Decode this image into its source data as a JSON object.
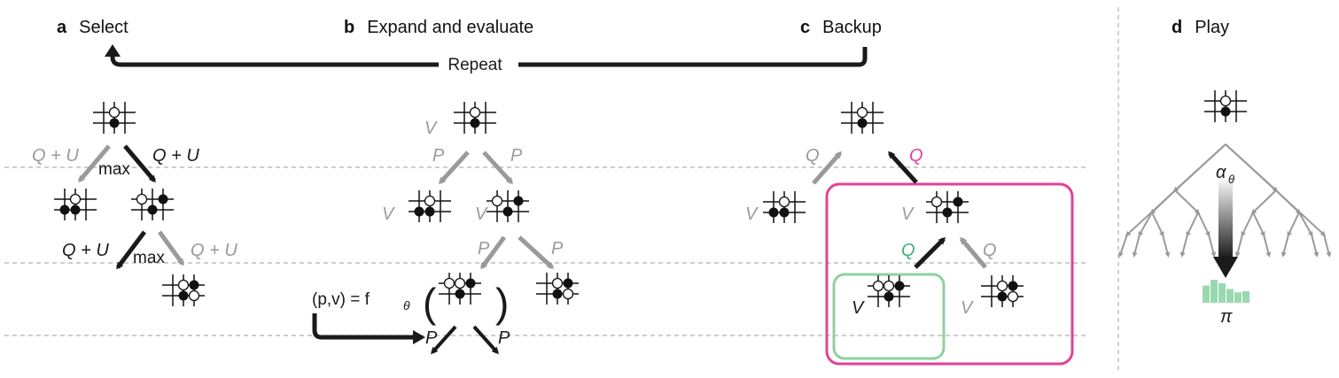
{
  "panels": {
    "a": {
      "letter": "a",
      "title": "Select"
    },
    "b": {
      "letter": "b",
      "title": "Expand and evaluate"
    },
    "c": {
      "letter": "c",
      "title": "Backup"
    },
    "d": {
      "letter": "d",
      "title": "Play"
    }
  },
  "repeat_label": "Repeat",
  "labels": {
    "q_plus_u": "Q + U",
    "max": "max",
    "v": "V",
    "p": "P",
    "q": "Q",
    "network_lhs": "(p,v) = f",
    "theta": "θ",
    "alpha": "α",
    "pi": "π"
  },
  "colors": {
    "black": "#1a1a1a",
    "gray": "#9a9a9a",
    "magenta": "#e0429a",
    "green": "#3cb371",
    "light_green": "#9ad9b0"
  },
  "policy_histogram": [
    0.75,
    1.0,
    0.85,
    0.6,
    0.45,
    0.5
  ]
}
